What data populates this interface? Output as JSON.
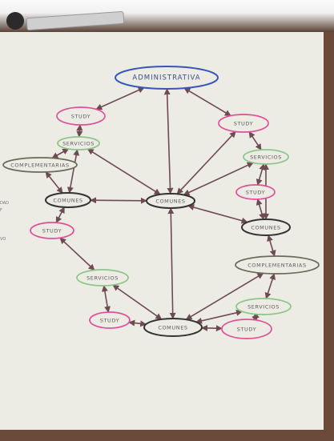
{
  "diagram": {
    "nodes": [
      {
        "id": "admin",
        "label": "ADMINISTRATIVA",
        "kind": "admin",
        "color": "#3a56b8"
      },
      {
        "id": "study1",
        "label": "STUDY",
        "kind": "study",
        "color": "#e0509a"
      },
      {
        "id": "study2",
        "label": "STUDY",
        "kind": "study",
        "color": "#e0509a"
      },
      {
        "id": "serv1",
        "label": "SERVICIOS",
        "kind": "servicios",
        "color": "#8cc58a"
      },
      {
        "id": "serv2",
        "label": "SERVICIOS",
        "kind": "servicios",
        "color": "#8cc58a"
      },
      {
        "id": "comp1",
        "label": "COMPLEMENTARIAS",
        "kind": "complementarias",
        "color": "#6b6a5a"
      },
      {
        "id": "com1",
        "label": "COMUNES",
        "kind": "comunes",
        "color": "#333333"
      },
      {
        "id": "com_center",
        "label": "COMUNES",
        "kind": "comunes",
        "color": "#333333"
      },
      {
        "id": "study3",
        "label": "STUDY",
        "kind": "study",
        "color": "#e0509a"
      },
      {
        "id": "com2",
        "label": "COMUNES",
        "kind": "comunes",
        "color": "#333333"
      },
      {
        "id": "study4",
        "label": "STUDY",
        "kind": "study",
        "color": "#e0509a"
      },
      {
        "id": "comp2",
        "label": "COMPLEMENTARIAS",
        "kind": "complementarias",
        "color": "#6b6a5a"
      },
      {
        "id": "serv3",
        "label": "SERVICIOS",
        "kind": "servicios",
        "color": "#8cc58a"
      },
      {
        "id": "serv4",
        "label": "SERVICIOS",
        "kind": "servicios",
        "color": "#8cc58a"
      },
      {
        "id": "study5",
        "label": "STUDY",
        "kind": "study",
        "color": "#e0509a"
      },
      {
        "id": "com_bottom",
        "label": "COMUNES",
        "kind": "comunes",
        "color": "#333333"
      },
      {
        "id": "study6",
        "label": "STUDY",
        "kind": "study",
        "color": "#e0509a"
      }
    ],
    "edges": [
      {
        "from": "study1",
        "to": "admin"
      },
      {
        "from": "admin",
        "to": "study2"
      },
      {
        "from": "admin",
        "to": "com_center"
      },
      {
        "from": "study1",
        "to": "serv1"
      },
      {
        "from": "serv1",
        "to": "comp1"
      },
      {
        "from": "serv1",
        "to": "com_center"
      },
      {
        "from": "serv1",
        "to": "com1"
      },
      {
        "from": "comp1",
        "to": "com1"
      },
      {
        "from": "com1",
        "to": "com_center"
      },
      {
        "from": "com1",
        "to": "study4"
      },
      {
        "from": "study2",
        "to": "serv2"
      },
      {
        "from": "study2",
        "to": "com_center"
      },
      {
        "from": "serv2",
        "to": "study3"
      },
      {
        "from": "serv2",
        "to": "com_center"
      },
      {
        "from": "serv2",
        "to": "com2"
      },
      {
        "from": "study3",
        "to": "com2"
      },
      {
        "from": "com_center",
        "to": "com2"
      },
      {
        "from": "com2",
        "to": "comp2"
      },
      {
        "from": "com_center",
        "to": "com_bottom"
      },
      {
        "from": "study4",
        "to": "serv3"
      },
      {
        "from": "serv3",
        "to": "study5"
      },
      {
        "from": "serv3",
        "to": "com_bottom"
      },
      {
        "from": "study5",
        "to": "com_bottom"
      },
      {
        "from": "com_bottom",
        "to": "comp2"
      },
      {
        "from": "com_bottom",
        "to": "serv4"
      },
      {
        "from": "com_bottom",
        "to": "study6"
      },
      {
        "from": "comp2",
        "to": "serv4"
      },
      {
        "from": "study6",
        "to": "serv4"
      }
    ],
    "edge_color": "#6e4a52"
  },
  "side_notes": [
    "DAD",
    "F",
    "VO"
  ]
}
